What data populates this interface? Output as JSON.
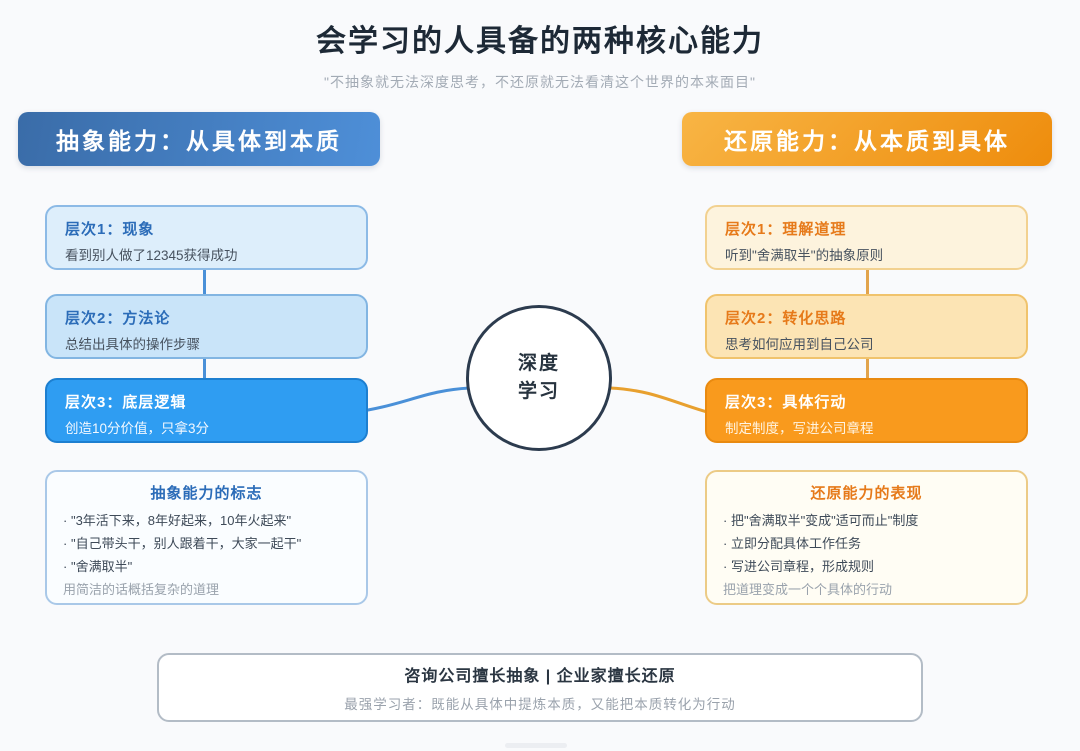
{
  "page": {
    "title": "会学习的人具备的两种核心能力",
    "subtitle": "\"不抽象就无法深度思考，不还原就无法看清这个世界的本来面目\""
  },
  "colors": {
    "abstract_blue": "#2f9df2",
    "abstract_header_blue": "#4e8fd8",
    "restore_orange": "#f99a1d",
    "restore_header_orange": "#ee8c0c",
    "title_dark": "#1d2936",
    "muted_gray": "#9aa2ac"
  },
  "left": {
    "header": "抽象能力：从具体到本质",
    "levels": [
      {
        "title": "层次1：现象",
        "desc": "看到别人做了12345获得成功"
      },
      {
        "title": "层次2：方法论",
        "desc": "总结出具体的操作步骤"
      },
      {
        "title": "层次3：底层逻辑",
        "desc": "创造10分价值，只拿3分"
      }
    ],
    "summary": {
      "title": "抽象能力的标志",
      "items": [
        "\"3年活下来，8年好起来，10年火起来\"",
        "\"自己带头干，别人跟着干，大家一起干\"",
        "\"舍满取半\""
      ],
      "footer": "用简洁的话概括复杂的道理"
    }
  },
  "right": {
    "header": "还原能力：从本质到具体",
    "levels": [
      {
        "title": "层次1：理解道理",
        "desc": "听到\"舍满取半\"的抽象原则"
      },
      {
        "title": "层次2：转化思路",
        "desc": "思考如何应用到自己公司"
      },
      {
        "title": "层次3：具体行动",
        "desc": "制定制度，写进公司章程"
      }
    ],
    "summary": {
      "title": "还原能力的表现",
      "items": [
        "把\"舍满取半\"变成\"适可而止\"制度",
        "立即分配具体工作任务",
        "写进公司章程，形成规则"
      ],
      "footer": "把道理变成一个个具体的行动"
    }
  },
  "center": {
    "line1": "深度",
    "line2": "学习"
  },
  "banner": {
    "title": "咨询公司擅长抽象 | 企业家擅长还原",
    "subtitle": "最强学习者：既能从具体中提炼本质，又能把本质转化为行动"
  }
}
